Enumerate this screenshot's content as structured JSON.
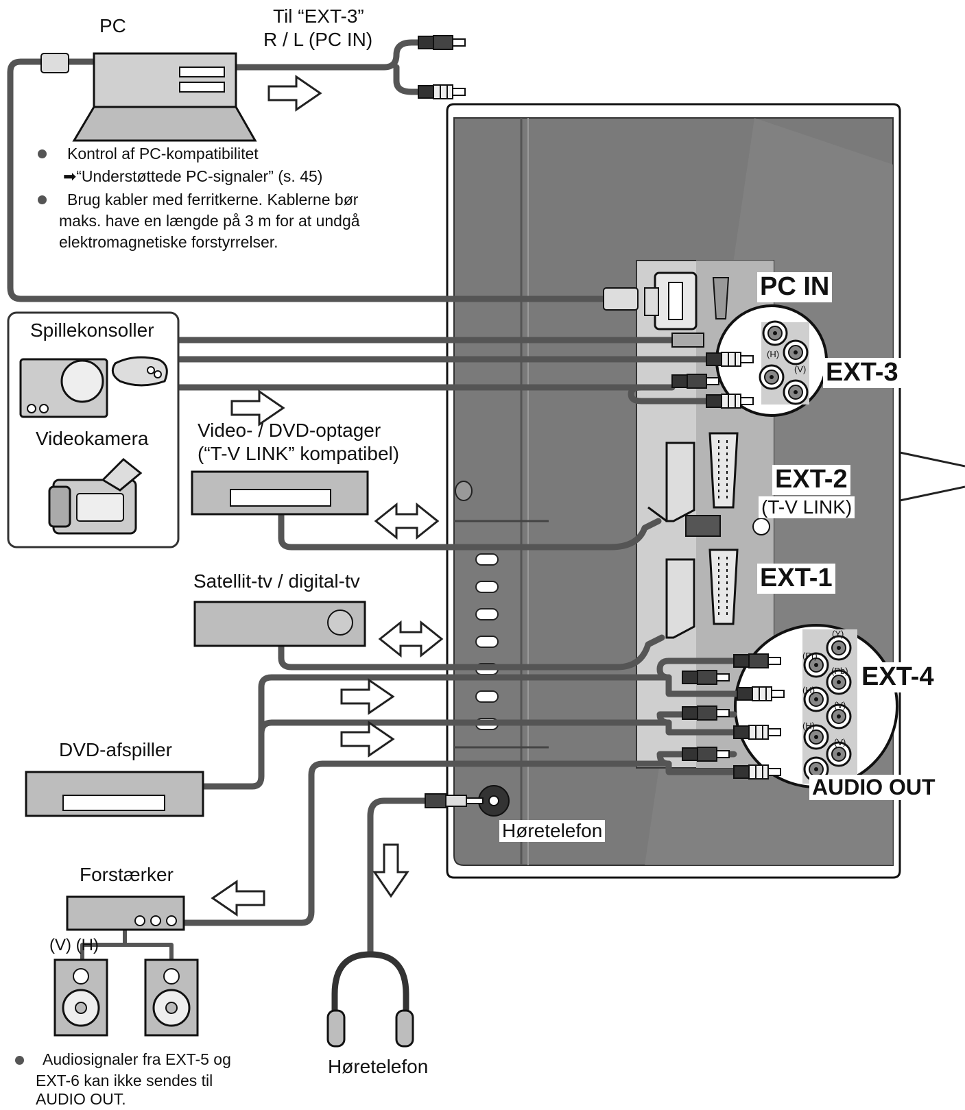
{
  "labels": {
    "pc": "PC",
    "pc_audio_line1": "Til “EXT-3”",
    "pc_audio_line2": "R / L (PC IN)",
    "game": "Spillekonsoller",
    "camcorder": "Videokamera",
    "recorder_line1": "Video- / DVD-optager",
    "recorder_line2": "(“T-V LINK” kompatibel)",
    "satellite": "Satellit-tv / digital-tv",
    "dvd_player": "DVD-afspiller",
    "amplifier": "Forstærker",
    "speaker_lr": "(V) (H)",
    "headphone_jack": "Høretelefon",
    "headphones": "Høretelefon"
  },
  "ports": {
    "pc_in": "PC IN",
    "ext3": "EXT-3",
    "ext2": "EXT-2",
    "ext2_sub": "(T-V LINK)",
    "ext1": "EXT-1",
    "ext4": "EXT-4",
    "audio_out": "AUDIO OUT"
  },
  "jack_labels": {
    "ext3": [
      "(H)",
      "(V)"
    ],
    "ext4": [
      "(Y)",
      "(Pr)",
      "(Pb)",
      "(H)",
      "(V)",
      "(H)",
      "(V)"
    ]
  },
  "notes": {
    "pc_check": "Kontrol af PC-kompatibilitet",
    "pc_ref": "➡“Understøttede PC-signaler” (s. 45)",
    "cable_line1": "Brug kabler med ferritkerne. Kablerne bør",
    "cable_line2": "maks. have en længde på 3 m for at undgå",
    "cable_line3": "elektromagnetiske forstyrrelser.",
    "audio_line1": "Audiosignaler fra EXT-5 og",
    "audio_line2": "EXT-6 kan ikke sendes til",
    "audio_line3": "AUDIO OUT."
  },
  "colors": {
    "tv_panel": "#7a7a7a",
    "tv_edge": "#222222",
    "device_fill": "#bdbdbd",
    "cable": "#555555"
  }
}
